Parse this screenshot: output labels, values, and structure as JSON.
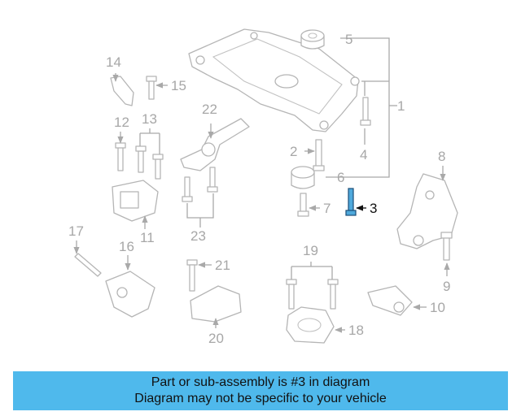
{
  "diagram": {
    "callouts": [
      "1",
      "2",
      "3",
      "4",
      "5",
      "6",
      "7",
      "8",
      "9",
      "10",
      "11",
      "12",
      "13",
      "14",
      "15",
      "16",
      "17",
      "18",
      "19",
      "20",
      "21",
      "22",
      "23"
    ],
    "highlighted_part": "3",
    "highlight_color": "#1a6fa8"
  },
  "banner": {
    "line1": "Part or sub-assembly is #3 in diagram",
    "line2": "Diagram may not be specific to your vehicle",
    "background": "#4fb9ec"
  }
}
